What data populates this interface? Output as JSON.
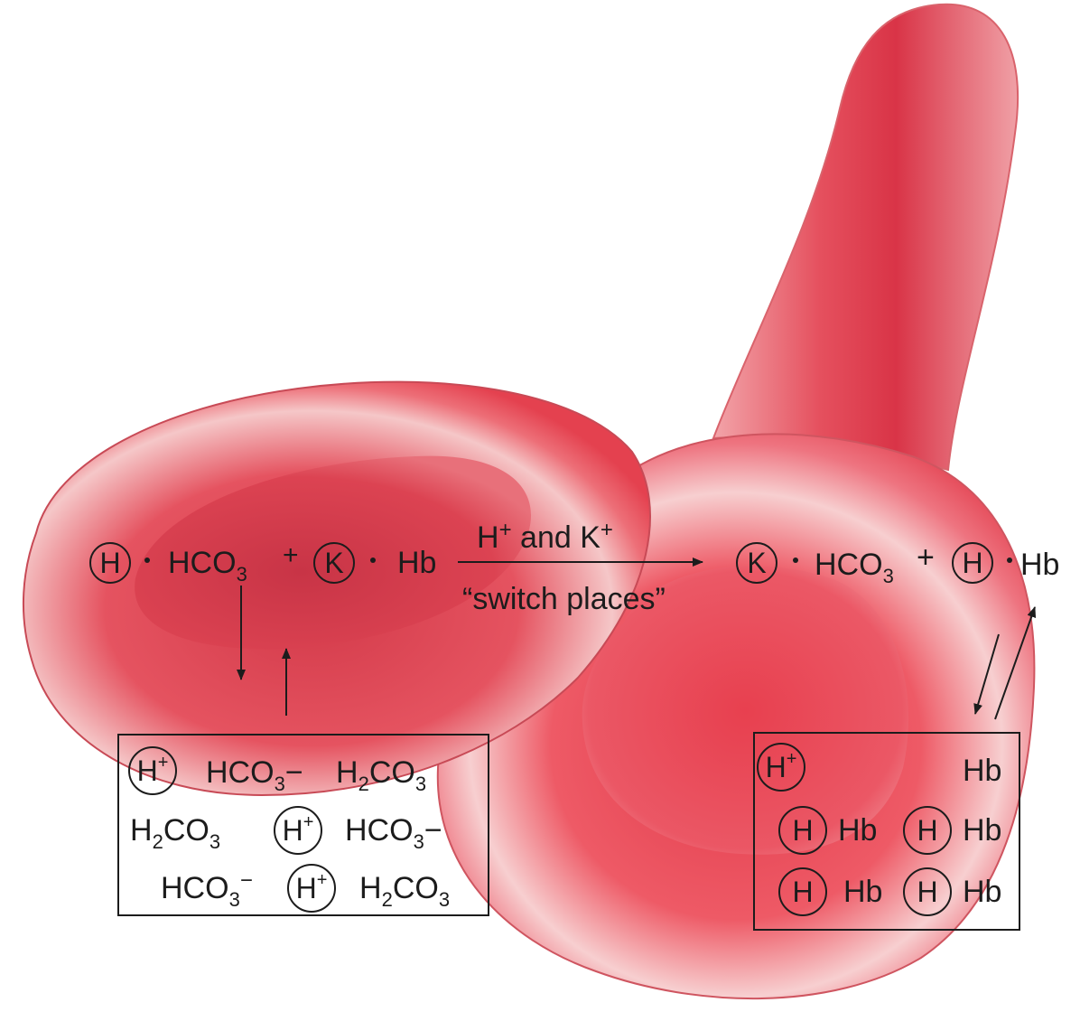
{
  "symbols": {
    "h": "H",
    "k": "K",
    "plus": "+",
    "minus": "−",
    "hb": "Hb",
    "hco": "HCO",
    "h2": "H",
    "two": "2",
    "co": "CO",
    "three": "3"
  },
  "arrow_label": {
    "h_part": "H",
    "and": "and K",
    "switch_places": "“switch places”"
  },
  "colors": {
    "cell_red": "#e3394a",
    "cell_pink": "#f6c4c6",
    "ink": "#1c1c1c",
    "background": "#ffffff"
  }
}
